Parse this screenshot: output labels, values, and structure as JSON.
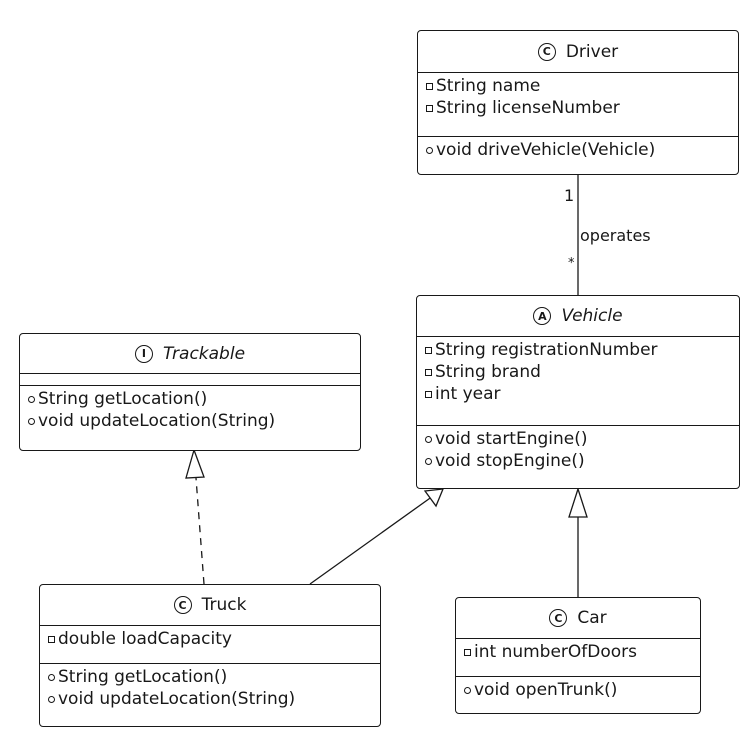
{
  "diagram": {
    "type": "UML class diagram",
    "classes": {
      "driver": {
        "badge": "C",
        "name": "Driver",
        "stereotype": "class",
        "fields": [
          "String name",
          "String licenseNumber"
        ],
        "methods": [
          "void driveVehicle(Vehicle)"
        ]
      },
      "vehicle": {
        "badge": "A",
        "name": "Vehicle",
        "stereotype": "abstract",
        "fields": [
          "String registrationNumber",
          "String brand",
          "int year"
        ],
        "methods": [
          "void startEngine()",
          "void stopEngine()"
        ]
      },
      "trackable": {
        "badge": "I",
        "name": "Trackable",
        "stereotype": "interface",
        "fields": [],
        "methods": [
          "String getLocation()",
          "void updateLocation(String)"
        ]
      },
      "truck": {
        "badge": "C",
        "name": "Truck",
        "stereotype": "class",
        "fields": [
          "double loadCapacity"
        ],
        "methods": [
          "String getLocation()",
          "void updateLocation(String)"
        ]
      },
      "car": {
        "badge": "C",
        "name": "Car",
        "stereotype": "class",
        "fields": [
          "int numberOfDoors"
        ],
        "methods": [
          "void openTrunk()"
        ]
      }
    },
    "relations": {
      "operates": {
        "from": "Driver",
        "to": "Vehicle",
        "kind": "association",
        "label": "operates",
        "from_mult": "1",
        "to_mult": "*"
      },
      "truck_vehicle": {
        "from": "Truck",
        "to": "Vehicle",
        "kind": "generalization"
      },
      "truck_trackable": {
        "from": "Truck",
        "to": "Trackable",
        "kind": "realization"
      },
      "car_vehicle": {
        "from": "Car",
        "to": "Vehicle",
        "kind": "generalization"
      }
    }
  }
}
